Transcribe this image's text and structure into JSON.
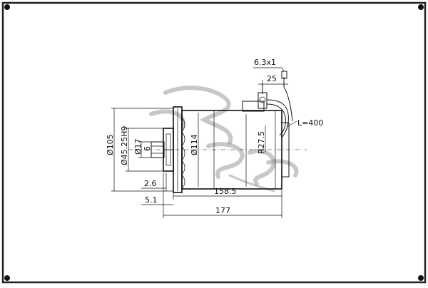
{
  "drawing": {
    "dimensions": {
      "terminal": "6.3x1",
      "terminal_offset": "25",
      "cable_length": "L=400",
      "radius": "R27.5",
      "housing_dia": "Ø114",
      "flange_dia": "Ø105",
      "pilot_dia": "Ø45.25H9",
      "shaft_dia": "Ø17",
      "shaft_flat": "6",
      "flange_step": "2.6",
      "flange_thickness": "5.1",
      "body_length": "158.5",
      "overall_length": "177"
    },
    "colors": {
      "line": "#111111",
      "watermark": "#9a9a9a",
      "frame": "#222222"
    }
  }
}
